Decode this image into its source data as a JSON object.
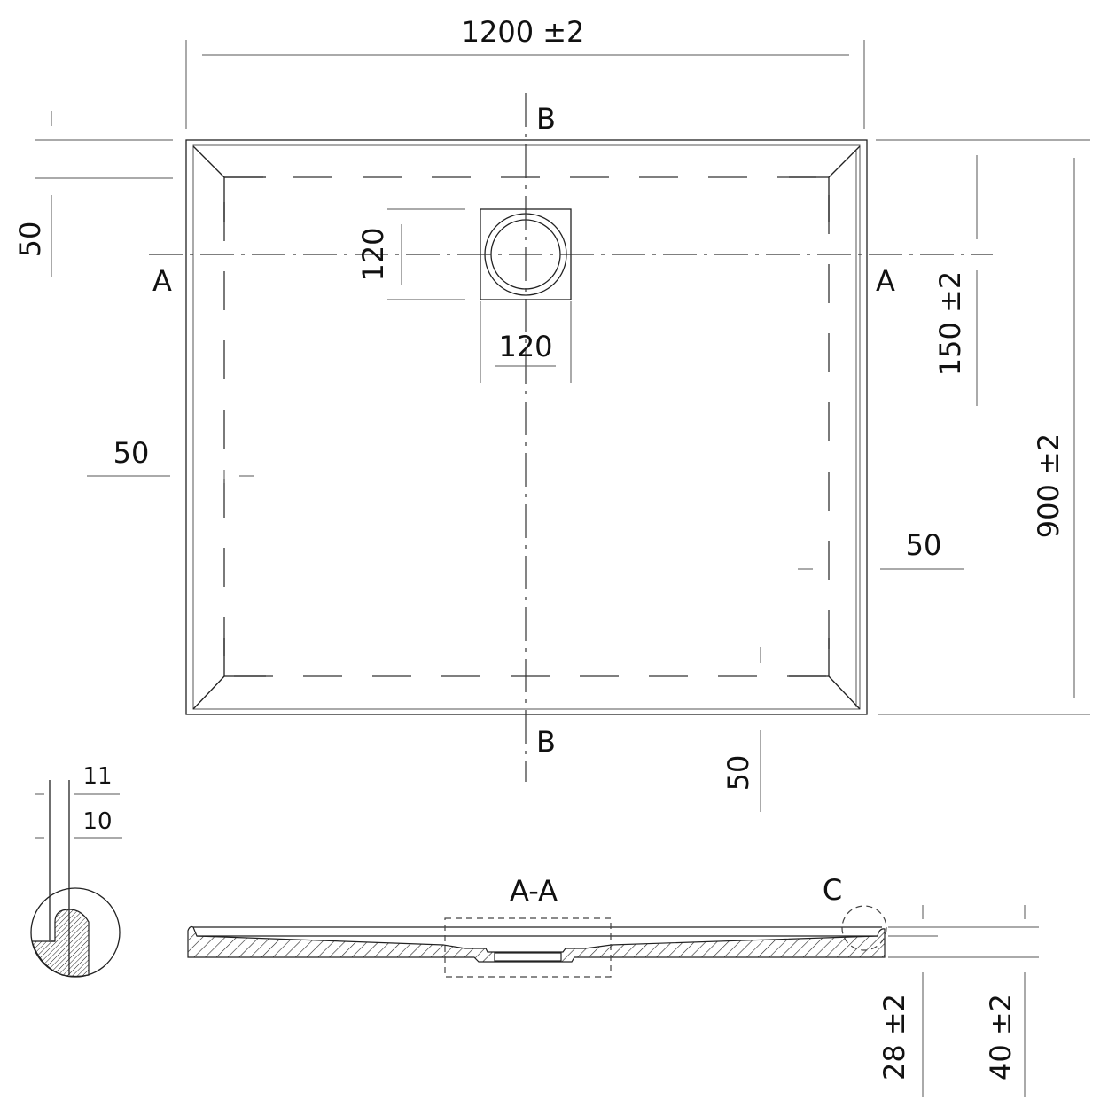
{
  "drawing": {
    "width_dim": "1200 ±2",
    "depth_dim": "900 ±2",
    "drain_offset_dim": "150 ±2",
    "drain_height_dim": "120",
    "drain_width_dim": "120",
    "rim_top_dim": "50",
    "rim_left_dim": "50",
    "rim_right_dim": "50",
    "rim_bottom_dim": "50",
    "section_b_top": "B",
    "section_b_bottom": "B",
    "section_a_left": "A",
    "section_a_right": "A",
    "section_title": "A-A",
    "detail_label": "C",
    "detail_dim_top": "11",
    "detail_dim_bottom": "10",
    "inner_height_dim": "28 ±2",
    "total_height_dim": "40 ±2"
  }
}
